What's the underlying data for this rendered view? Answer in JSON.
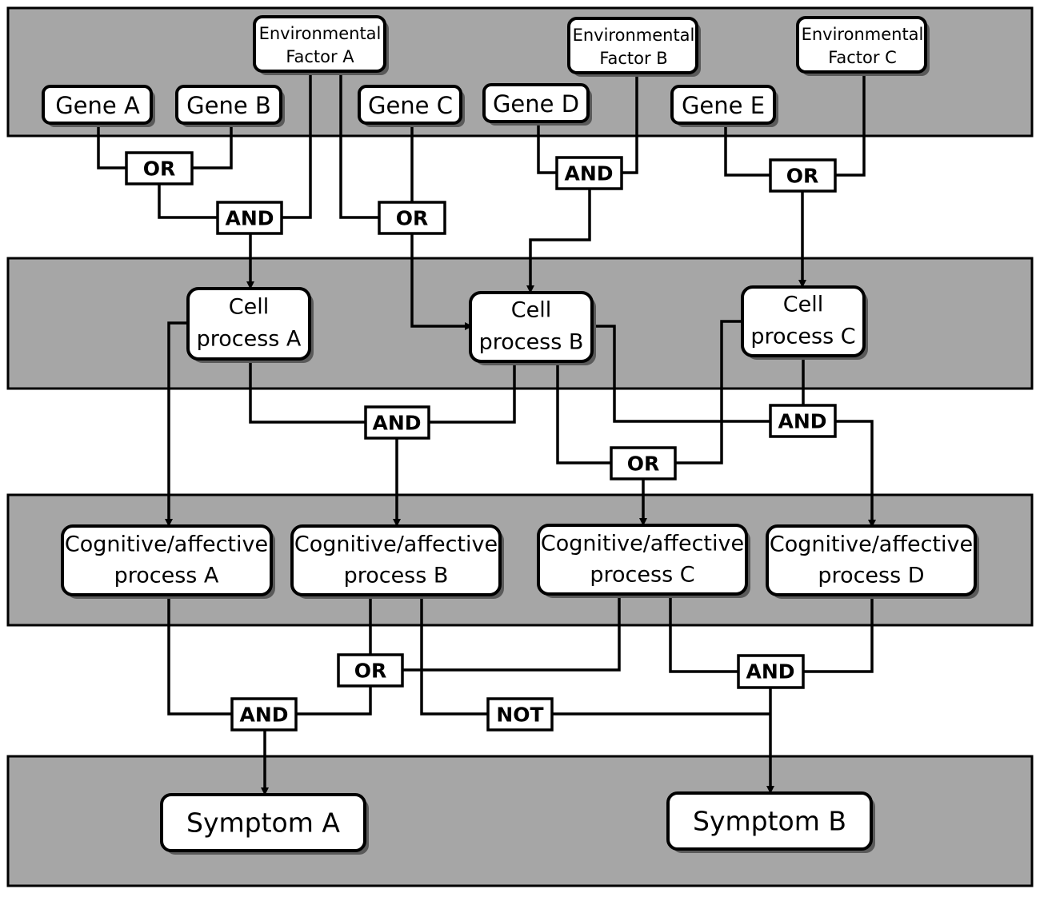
{
  "genes": {
    "gene_a": "Gene  A",
    "gene_b": "Gene  B",
    "gene_c": "Gene  C",
    "gene_d": "Gene  D",
    "gene_e": "Gene  E"
  },
  "environment": {
    "env_a": [
      "Environmental",
      "Factor A"
    ],
    "env_b": [
      "Environmental",
      "Factor B"
    ],
    "env_c": [
      "Environmental",
      "Factor C"
    ]
  },
  "cell_processes": {
    "cell_a": [
      "Cell",
      "process A"
    ],
    "cell_b": [
      "Cell",
      "process B"
    ],
    "cell_c": [
      "Cell",
      "process C"
    ]
  },
  "cognitive_processes": {
    "cog_a": [
      "Cognitive/affective",
      "process A"
    ],
    "cog_b": [
      "Cognitive/affective",
      "process B"
    ],
    "cog_c": [
      "Cognitive/affective",
      "process C"
    ],
    "cog_d": [
      "Cognitive/affective",
      "process D"
    ]
  },
  "symptoms": {
    "sym_a": "Symptom A",
    "sym_b": "Symptom B"
  },
  "gates": {
    "g1": "OR",
    "g2": "AND",
    "g3": "OR",
    "g4": "AND",
    "g5": "OR",
    "g6": "AND",
    "g7": "AND",
    "g8": "OR",
    "g9": "OR",
    "g10": "AND",
    "g11": "AND",
    "g12": "NOT"
  },
  "colors": {
    "band_fill": "#a6a6a6",
    "node_fill": "#ffffff",
    "line": "#000000"
  }
}
